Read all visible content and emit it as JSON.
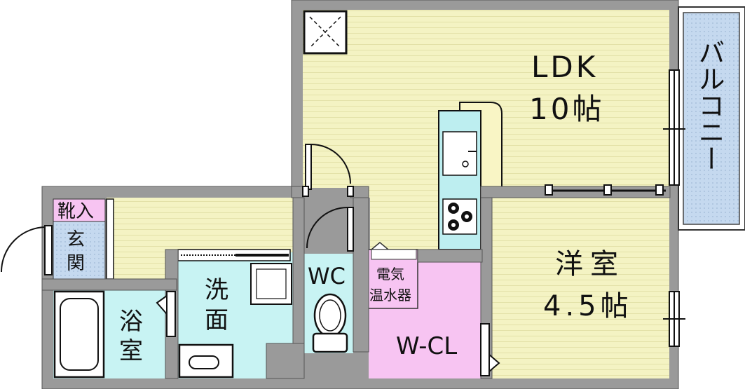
{
  "rooms": {
    "ldk": {
      "name": "LDK",
      "size": "10帖"
    },
    "western": {
      "name": "洋室",
      "size": "4.5帖"
    },
    "balcony": {
      "name": "バルコニー"
    },
    "walk_in_closet": {
      "name": "W-CL"
    },
    "toilet": {
      "name": "WC"
    },
    "washroom": {
      "name": "洗面"
    },
    "bathroom": {
      "name": "浴室"
    },
    "entrance": {
      "name": "玄関"
    },
    "shoe_storage": {
      "name": "靴入"
    },
    "water_heater": {
      "name": "電気温水器"
    }
  },
  "colors": {
    "floor_wood": "#f4f3c3",
    "wet_area": "#c8f3f3",
    "closet": "#f7c4f2",
    "balcony": "#c9dcf2",
    "tile": "#c5d9ef",
    "wall": "#9a9a9a",
    "kitchen": "#bdeef0",
    "counter": "#f9f5c5"
  }
}
